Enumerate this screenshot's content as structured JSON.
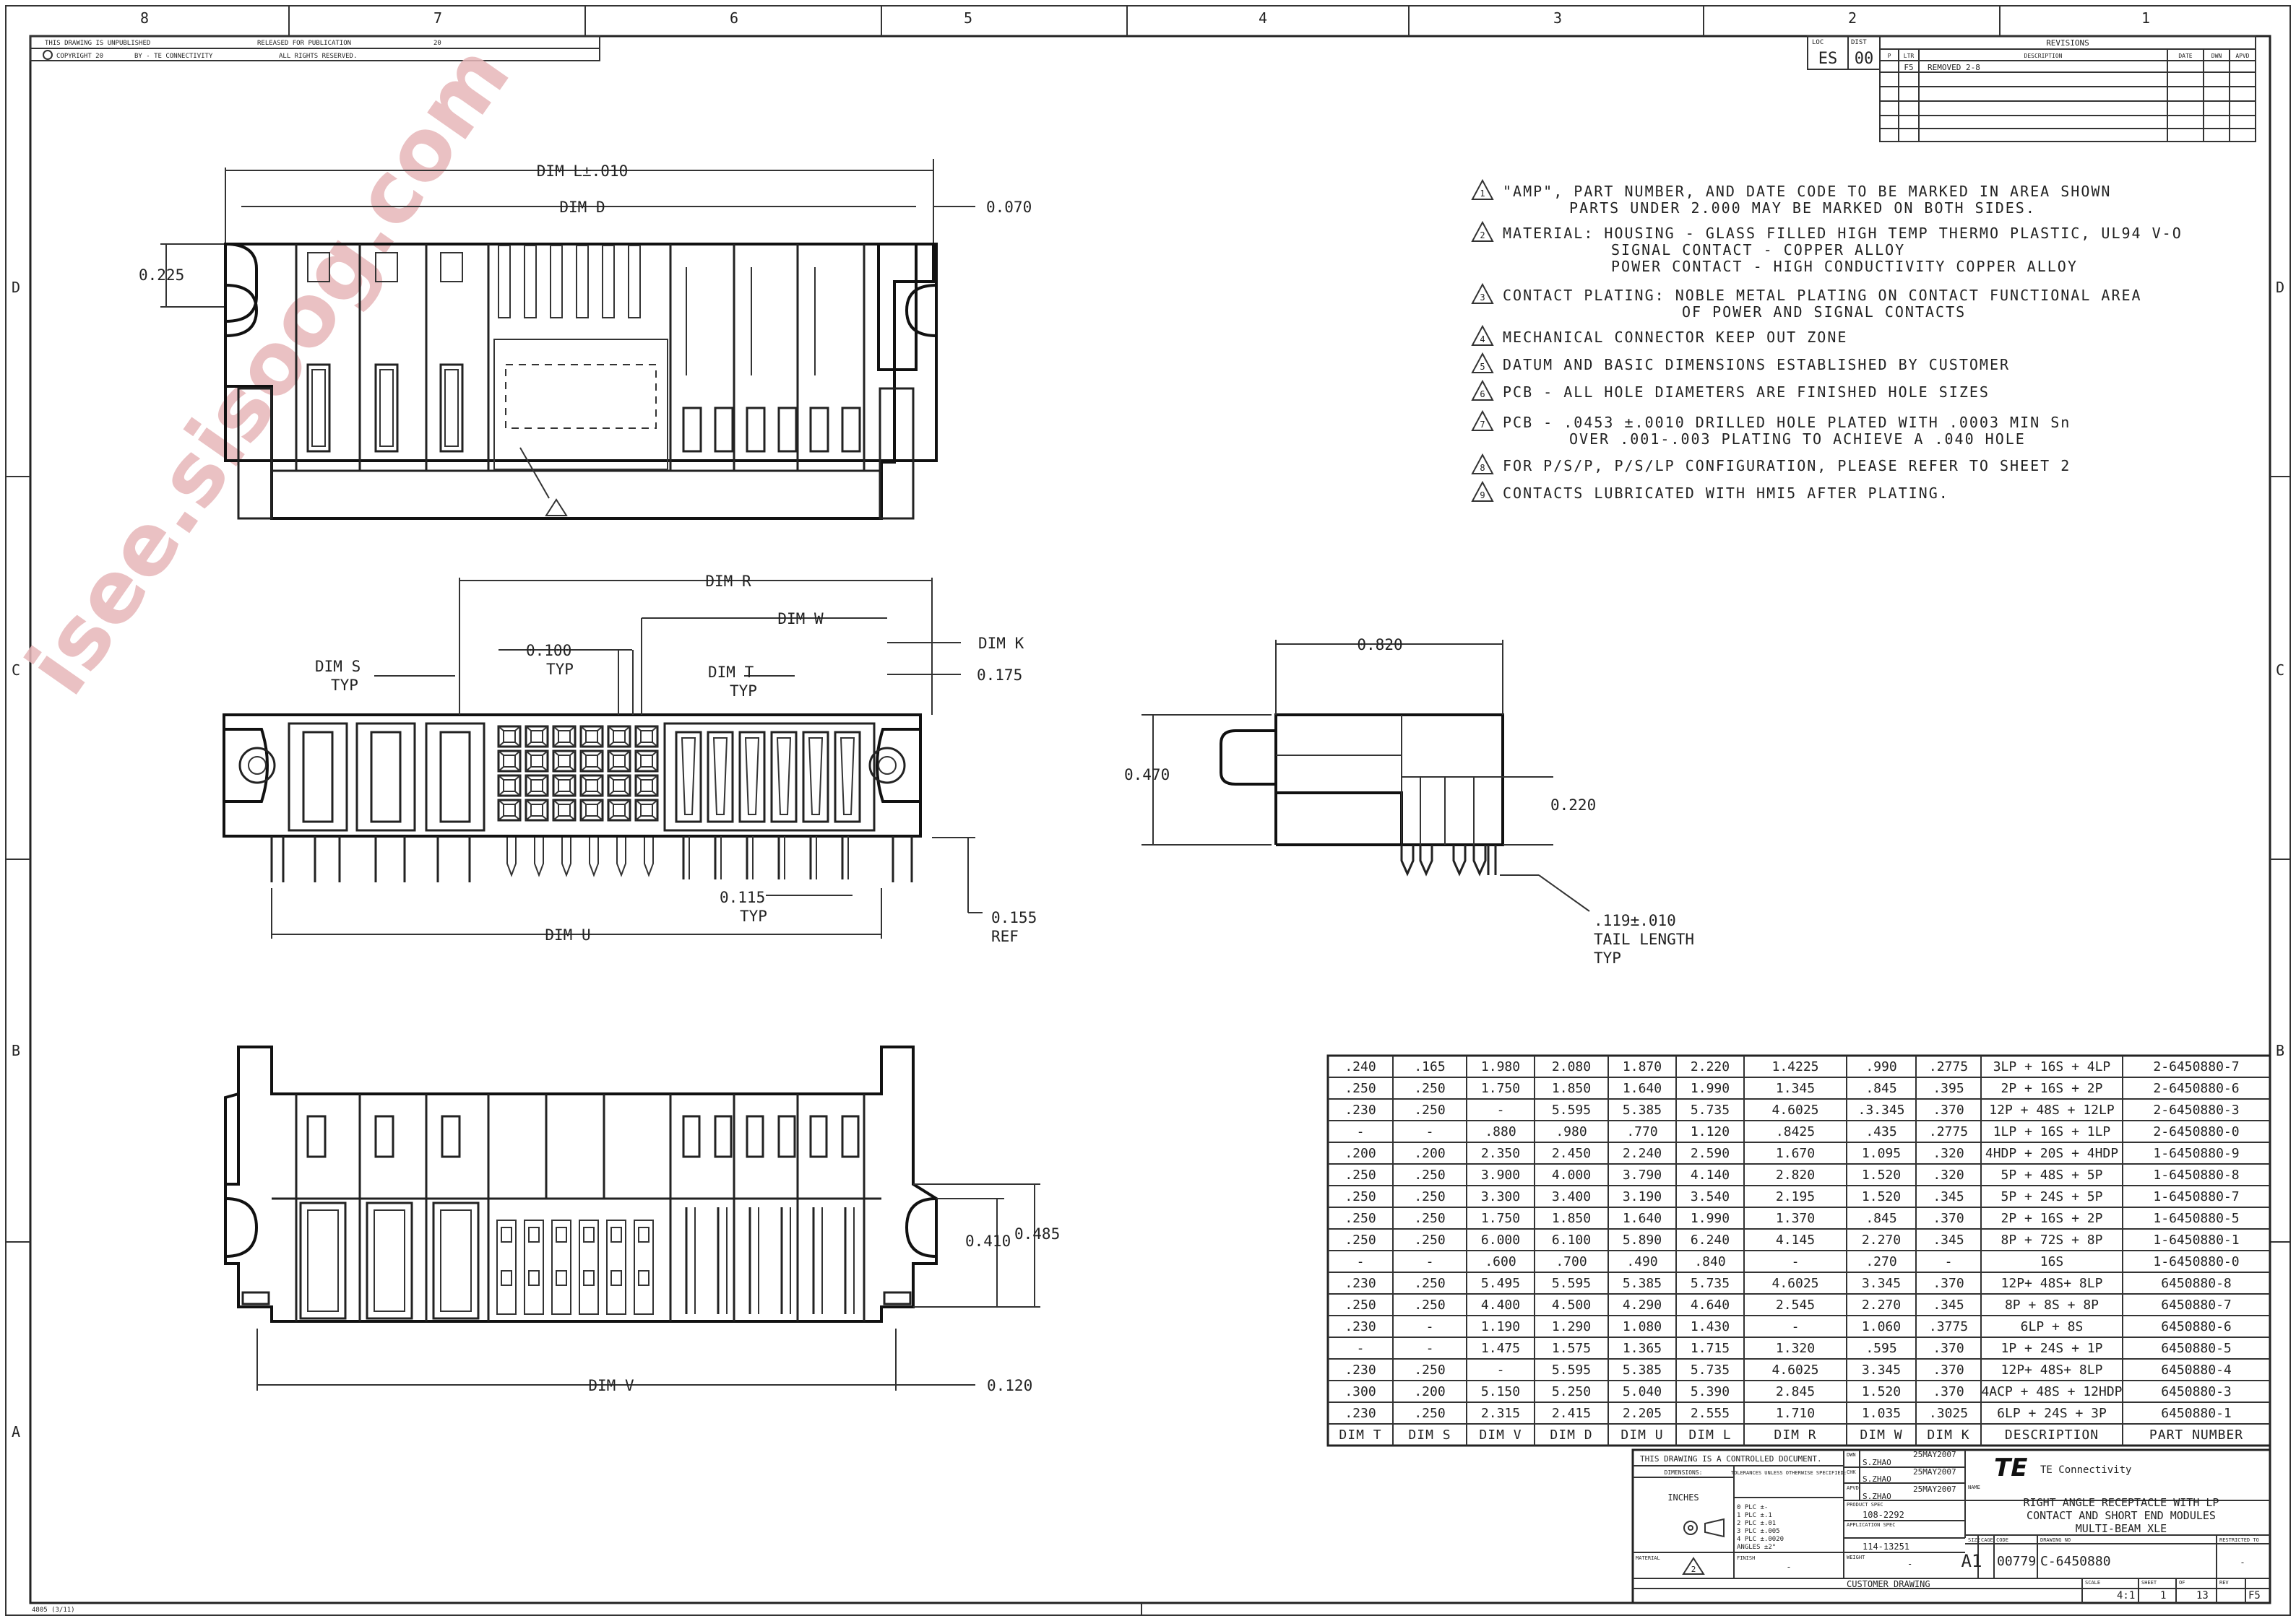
{
  "sheet": {
    "zones_top": [
      "8",
      "7",
      "6",
      "5",
      "4",
      "3",
      "2",
      "1"
    ],
    "zones_side": [
      "D",
      "C",
      "B",
      "A"
    ],
    "header_left": {
      "line1": "THIS DRAWING IS UNPUBLISHED",
      "line1b": "RELEASED FOR PUBLICATION",
      "line1c": "20",
      "line2a": "COPYRIGHT 20",
      "line2b": "BY - TE CONNECTIVITY",
      "line2c": "ALL RIGHTS RESERVED."
    },
    "loc_label": "LOC",
    "dist_label": "DIST",
    "loc_value": "ES",
    "dist_value": "00",
    "revisions_title": "REVISIONS",
    "rev_headers": [
      "P",
      "LTR",
      "DESCRIPTION",
      "DATE",
      "DWN",
      "APVD"
    ],
    "rev_rows": [
      {
        "ltr": "F5",
        "desc": "REMOVED 2-8"
      }
    ],
    "bottom_left_code": "4805 (3/11)"
  },
  "notes": [
    {
      "num": "1",
      "lines": [
        "\"AMP\", PART NUMBER, AND DATE CODE TO BE MARKED IN AREA SHOWN",
        "PARTS UNDER 2.000 MAY BE MARKED ON BOTH SIDES."
      ]
    },
    {
      "num": "2",
      "lines": [
        "MATERIAL: HOUSING - GLASS FILLED HIGH TEMP THERMO PLASTIC, UL94 V-O",
        "SIGNAL CONTACT - COPPER ALLOY",
        "POWER CONTACT - HIGH CONDUCTIVITY COPPER ALLOY"
      ]
    },
    {
      "num": "3",
      "lines": [
        "CONTACT PLATING: NOBLE METAL PLATING ON CONTACT FUNCTIONAL AREA",
        "OF POWER AND SIGNAL CONTACTS"
      ]
    },
    {
      "num": "4",
      "lines": [
        "MECHANICAL CONNECTOR KEEP OUT ZONE"
      ]
    },
    {
      "num": "5",
      "lines": [
        "DATUM AND BASIC DIMENSIONS ESTABLISHED BY CUSTOMER"
      ]
    },
    {
      "num": "6",
      "lines": [
        "PCB - ALL HOLE DIAMETERS ARE FINISHED HOLE SIZES"
      ]
    },
    {
      "num": "7",
      "lines": [
        "PCB - .0453 ±.0010 DRILLED HOLE PLATED WITH .0003 MIN Sn",
        "OVER .001-.003 PLATING TO ACHIEVE A .040 HOLE"
      ]
    },
    {
      "num": "8",
      "lines": [
        "FOR P/S/P, P/S/LP CONFIGURATION, PLEASE REFER TO SHEET 2"
      ]
    },
    {
      "num": "9",
      "lines": [
        "CONTACTS LUBRICATED WITH HMI5 AFTER PLATING."
      ]
    }
  ],
  "dims": {
    "dim_l": "DIM L±.010",
    "dim_d": "DIM D",
    "d070": "0.070",
    "d225": "0.225",
    "dim_r": "DIM R",
    "dim_w": "DIM W",
    "dim_k": "DIM K",
    "d175": "0.175",
    "d100": "0.100",
    "typ": "TYP",
    "dim_s": "DIM S",
    "dim_t": "DIM T",
    "d115": "0.115",
    "d155": "0.155",
    "ref": "REF",
    "dim_u": "DIM U",
    "d820": "0.820",
    "d470": "0.470",
    "d220": "0.220",
    "tail1": ".119±.010",
    "tail2": "TAIL LENGTH",
    "d410": "0.410",
    "d485": "0.485",
    "dim_v": "DIM V",
    "d120": "0.120"
  },
  "table": {
    "headers": [
      "DIM T",
      "DIM S",
      "DIM V",
      "DIM D",
      "DIM U",
      "DIM L",
      "DIM R",
      "DIM W",
      "DIM K",
      "DESCRIPTION",
      "PART NUMBER"
    ],
    "rows": [
      [
        ".240",
        ".165",
        "1.980",
        "2.080",
        "1.870",
        "2.220",
        "1.4225",
        ".990",
        ".2775",
        "3LP + 16S + 4LP",
        "2-6450880-7"
      ],
      [
        ".250",
        ".250",
        "1.750",
        "1.850",
        "1.640",
        "1.990",
        "1.345",
        ".845",
        ".395",
        "2P + 16S + 2P",
        "2-6450880-6"
      ],
      [
        ".230",
        ".250",
        "-",
        "5.595",
        "5.385",
        "5.735",
        "4.6025",
        ".3.345",
        ".370",
        "12P + 48S + 12LP",
        "2-6450880-3"
      ],
      [
        "-",
        "-",
        ".880",
        ".980",
        ".770",
        "1.120",
        ".8425",
        ".435",
        ".2775",
        "1LP + 16S + 1LP",
        "2-6450880-0"
      ],
      [
        ".200",
        ".200",
        "2.350",
        "2.450",
        "2.240",
        "2.590",
        "1.670",
        "1.095",
        ".320",
        "4HDP + 20S + 4HDP",
        "1-6450880-9"
      ],
      [
        ".250",
        ".250",
        "3.900",
        "4.000",
        "3.790",
        "4.140",
        "2.820",
        "1.520",
        ".320",
        "5P + 48S + 5P",
        "1-6450880-8"
      ],
      [
        ".250",
        ".250",
        "3.300",
        "3.400",
        "3.190",
        "3.540",
        "2.195",
        "1.520",
        ".345",
        "5P + 24S + 5P",
        "1-6450880-7"
      ],
      [
        ".250",
        ".250",
        "1.750",
        "1.850",
        "1.640",
        "1.990",
        "1.370",
        ".845",
        ".370",
        "2P + 16S + 2P",
        "1-6450880-5"
      ],
      [
        ".250",
        ".250",
        "6.000",
        "6.100",
        "5.890",
        "6.240",
        "4.145",
        "2.270",
        ".345",
        "8P + 72S + 8P",
        "1-6450880-1"
      ],
      [
        "-",
        "-",
        ".600",
        ".700",
        ".490",
        ".840",
        "-",
        ".270",
        "-",
        "16S",
        "1-6450880-0"
      ],
      [
        ".230",
        ".250",
        "5.495",
        "5.595",
        "5.385",
        "5.735",
        "4.6025",
        "3.345",
        ".370",
        "12P+ 48S+ 8LP",
        "6450880-8"
      ],
      [
        ".250",
        ".250",
        "4.400",
        "4.500",
        "4.290",
        "4.640",
        "2.545",
        "2.270",
        ".345",
        "8P + 8S + 8P",
        "6450880-7"
      ],
      [
        ".230",
        "-",
        "1.190",
        "1.290",
        "1.080",
        "1.430",
        "-",
        "1.060",
        ".3775",
        "6LP + 8S",
        "6450880-6"
      ],
      [
        "-",
        "-",
        "1.475",
        "1.575",
        "1.365",
        "1.715",
        "1.320",
        ".595",
        ".370",
        "1P + 24S + 1P",
        "6450880-5"
      ],
      [
        ".230",
        ".250",
        "-",
        "5.595",
        "5.385",
        "5.735",
        "4.6025",
        "3.345",
        ".370",
        "12P+ 48S+ 8LP",
        "6450880-4"
      ],
      [
        ".300",
        ".200",
        "5.150",
        "5.250",
        "5.040",
        "5.390",
        "2.845",
        "1.520",
        ".370",
        "4ACP + 48S + 12HDP",
        "6450880-3"
      ],
      [
        ".230",
        ".250",
        "2.315",
        "2.415",
        "2.205",
        "2.555",
        "1.710",
        "1.035",
        ".3025",
        "6LP + 24S + 3P",
        "6450880-1"
      ]
    ]
  },
  "title_block": {
    "controlled": "THIS DRAWING IS A CONTROLLED DOCUMENT.",
    "dwn_label": "DWN",
    "dwn_name": "S.ZHAO",
    "dwn_date": "25MAY2007",
    "chk_label": "CHK",
    "chk_name": "S.ZHAO",
    "chk_date": "25MAY2007",
    "apvd_label": "APVD",
    "apvd_name": "S.ZHAO",
    "apvd_date": "25MAY2007",
    "name_label": "NAME",
    "dimensions_label": "DIMENSIONS:",
    "units": "INCHES",
    "tol_label": "TOLERANCES UNLESS OTHERWISE SPECIFIED:",
    "tolerances": [
      "0 PLC  ±-",
      "1 PLC  ±.1",
      "2 PLC  ±.01",
      "3 PLC  ±.005",
      "4 PLC  ±.0020",
      "ANGLES  ±2°"
    ],
    "product_spec_label": "PRODUCT SPEC",
    "product_spec": "108-2292",
    "app_spec_label": "APPLICATION SPEC",
    "app_spec": "114-13251",
    "weight_label": "WEIGHT",
    "weight": "-",
    "material_label": "MATERIAL",
    "finish_label": "FINISH",
    "material_note": "2",
    "finish_value": "-",
    "customer_drawing": "CUSTOMER DRAWING",
    "company": "TE Connectivity",
    "logo": "TE",
    "title_lines": [
      "RIGHT ANGLE RECEPTACLE WITH LP",
      "CONTACT AND SHORT END MODULES",
      "MULTI-BEAM XLE"
    ],
    "size_label": "SIZE",
    "size": "A1",
    "cage_label": "CAGE CODE",
    "cage": "00779",
    "drawing_no_label": "DRAWING NO",
    "drawing_no": "C-6450880",
    "restricted_label": "RESTRICTED TO",
    "restricted": "-",
    "scale_label": "SCALE",
    "scale": "4:1",
    "sheet_label": "SHEET",
    "sheet": "1",
    "of_label": "OF",
    "of": "13",
    "rev_label": "REV",
    "rev": "F5"
  },
  "watermark": "isee.sisoog.com"
}
